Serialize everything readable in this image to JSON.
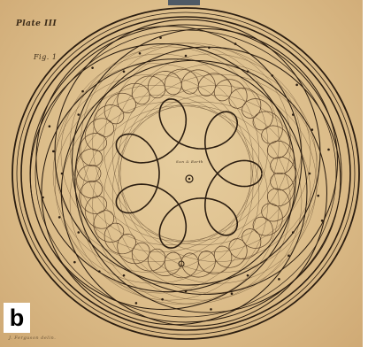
{
  "figure": {
    "plate_label": "Plate III",
    "fig_label": "Fig. 1",
    "center_note": "Sun & Earth",
    "artist_credit": "J. Ferguson delin.",
    "panel_letter": "b"
  },
  "colors": {
    "paper": "#dcbd8a",
    "ink": "#2b1d10",
    "fine_ink": "#5a4128"
  },
  "icons": [
    "orbit-loop-icon",
    "planet-dot-icon",
    "sun-icon"
  ]
}
